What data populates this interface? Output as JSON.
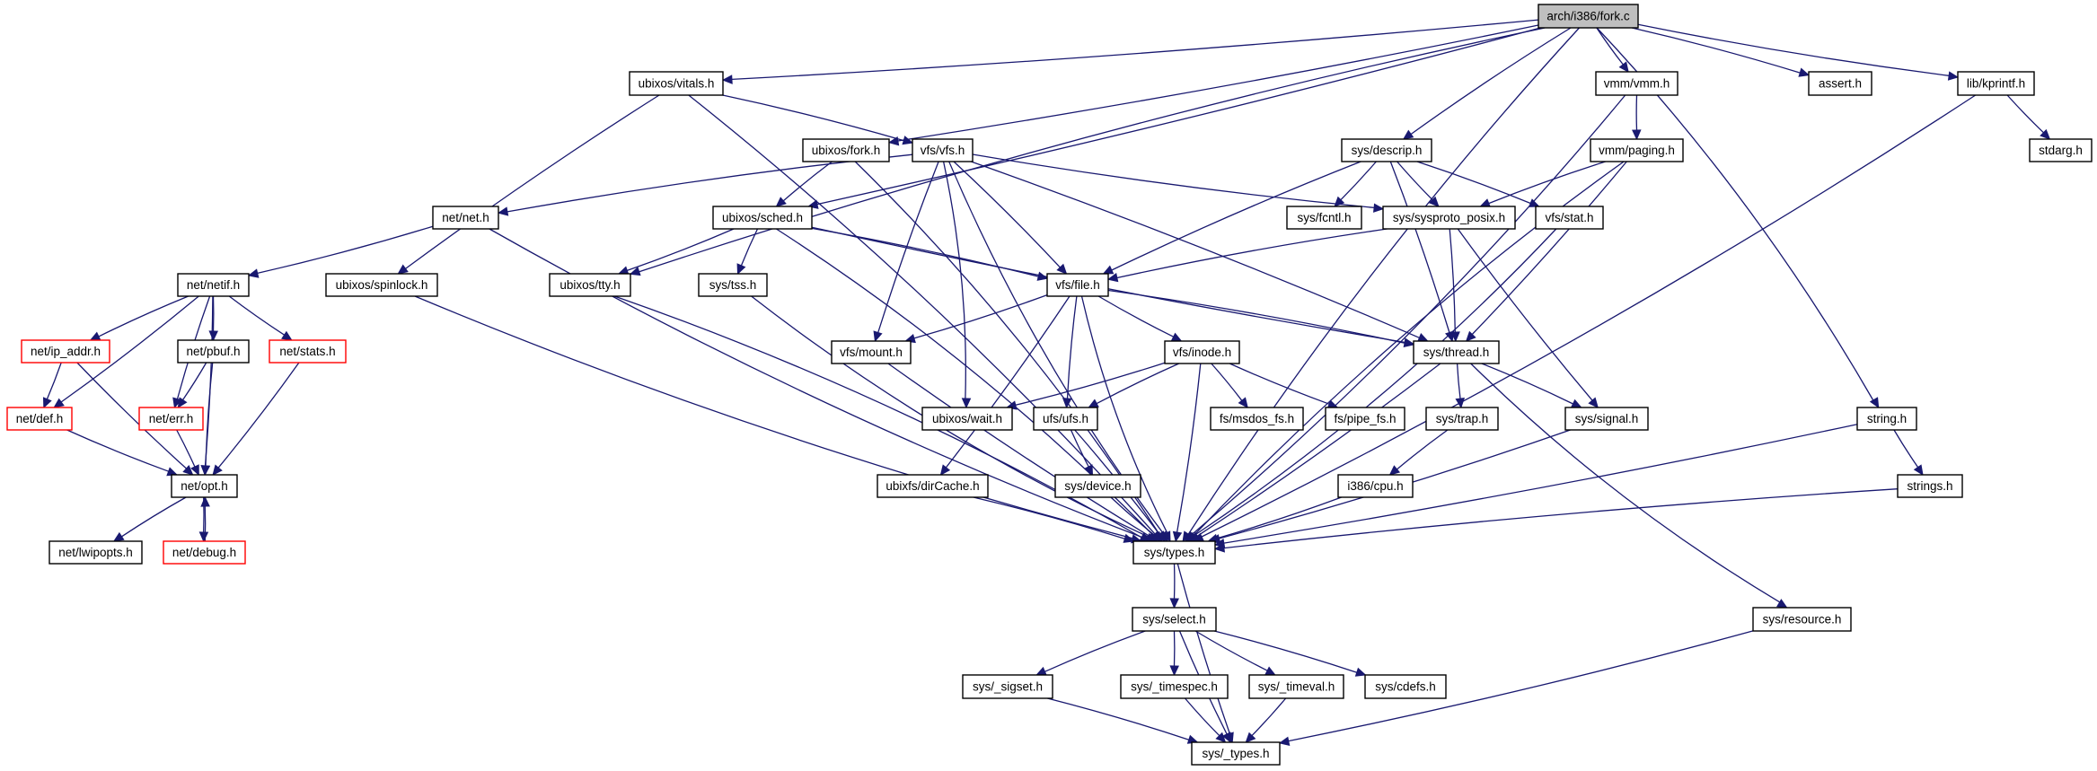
{
  "title": "Include dependency graph for arch/i386/fork.c",
  "colors": {
    "edge": "#191970",
    "node_border": "#000000",
    "root_fill": "#bfbfbf",
    "truncated_border": "#ff0000"
  },
  "nodes": [
    {
      "id": "fork_c",
      "label": "arch/i386/fork.c",
      "kind": "root"
    },
    {
      "id": "vitals",
      "label": "ubixos/vitals.h"
    },
    {
      "id": "vmm",
      "label": "vmm/vmm.h"
    },
    {
      "id": "assert",
      "label": "assert.h"
    },
    {
      "id": "kprintf",
      "label": "lib/kprintf.h"
    },
    {
      "id": "ufork",
      "label": "ubixos/fork.h"
    },
    {
      "id": "vfs",
      "label": "vfs/vfs.h"
    },
    {
      "id": "descrip",
      "label": "sys/descrip.h"
    },
    {
      "id": "paging",
      "label": "vmm/paging.h"
    },
    {
      "id": "stdarg",
      "label": "stdarg.h"
    },
    {
      "id": "netnet",
      "label": "net/net.h"
    },
    {
      "id": "sched",
      "label": "ubixos/sched.h"
    },
    {
      "id": "fcntl",
      "label": "sys/fcntl.h"
    },
    {
      "id": "sysproto",
      "label": "sys/sysproto_posix.h"
    },
    {
      "id": "stat",
      "label": "vfs/stat.h"
    },
    {
      "id": "netif",
      "label": "net/netif.h"
    },
    {
      "id": "spinlock",
      "label": "ubixos/spinlock.h"
    },
    {
      "id": "tty",
      "label": "ubixos/tty.h"
    },
    {
      "id": "tss",
      "label": "sys/tss.h"
    },
    {
      "id": "file",
      "label": "vfs/file.h"
    },
    {
      "id": "ipaddr",
      "label": "net/ip_addr.h",
      "kind": "truncated"
    },
    {
      "id": "pbuf",
      "label": "net/pbuf.h"
    },
    {
      "id": "stats",
      "label": "net/stats.h",
      "kind": "truncated"
    },
    {
      "id": "mount",
      "label": "vfs/mount.h"
    },
    {
      "id": "inode",
      "label": "vfs/inode.h"
    },
    {
      "id": "thread",
      "label": "sys/thread.h"
    },
    {
      "id": "def",
      "label": "net/def.h",
      "kind": "truncated"
    },
    {
      "id": "err",
      "label": "net/err.h",
      "kind": "truncated"
    },
    {
      "id": "wait",
      "label": "ubixos/wait.h"
    },
    {
      "id": "ufs",
      "label": "ufs/ufs.h"
    },
    {
      "id": "msdos",
      "label": "fs/msdos_fs.h"
    },
    {
      "id": "pipe",
      "label": "fs/pipe_fs.h"
    },
    {
      "id": "trap",
      "label": "sys/trap.h"
    },
    {
      "id": "signal",
      "label": "sys/signal.h"
    },
    {
      "id": "string",
      "label": "string.h"
    },
    {
      "id": "opt",
      "label": "net/opt.h"
    },
    {
      "id": "dircache",
      "label": "ubixfs/dirCache.h"
    },
    {
      "id": "device",
      "label": "sys/device.h"
    },
    {
      "id": "cpu",
      "label": "i386/cpu.h"
    },
    {
      "id": "strings",
      "label": "strings.h"
    },
    {
      "id": "lwipopts",
      "label": "net/lwipopts.h"
    },
    {
      "id": "debug",
      "label": "net/debug.h",
      "kind": "truncated"
    },
    {
      "id": "types",
      "label": "sys/types.h"
    },
    {
      "id": "select",
      "label": "sys/select.h"
    },
    {
      "id": "resource",
      "label": "sys/resource.h"
    },
    {
      "id": "sigset",
      "label": "sys/_sigset.h"
    },
    {
      "id": "timespec",
      "label": "sys/_timespec.h"
    },
    {
      "id": "timeval",
      "label": "sys/_timeval.h"
    },
    {
      "id": "cdefs",
      "label": "sys/cdefs.h"
    },
    {
      "id": "_types",
      "label": "sys/_types.h"
    }
  ],
  "edges": [
    [
      "fork_c",
      "vitals"
    ],
    [
      "fork_c",
      "vmm"
    ],
    [
      "fork_c",
      "assert"
    ],
    [
      "fork_c",
      "kprintf"
    ],
    [
      "fork_c",
      "ufork"
    ],
    [
      "fork_c",
      "descrip"
    ],
    [
      "fork_c",
      "sched"
    ],
    [
      "fork_c",
      "tty"
    ],
    [
      "fork_c",
      "string"
    ],
    [
      "fork_c",
      "types"
    ],
    [
      "vitals",
      "vfs"
    ],
    [
      "vitals",
      "spinlock"
    ],
    [
      "vitals",
      "types"
    ],
    [
      "vmm",
      "paging"
    ],
    [
      "vmm",
      "types"
    ],
    [
      "kprintf",
      "stdarg"
    ],
    [
      "kprintf",
      "types"
    ],
    [
      "ufork",
      "sched"
    ],
    [
      "ufork",
      "types"
    ],
    [
      "vfs",
      "netnet"
    ],
    [
      "vfs",
      "file"
    ],
    [
      "vfs",
      "sysproto"
    ],
    [
      "vfs",
      "thread"
    ],
    [
      "vfs",
      "mount"
    ],
    [
      "vfs",
      "wait"
    ],
    [
      "vfs",
      "types"
    ],
    [
      "descrip",
      "fcntl"
    ],
    [
      "descrip",
      "sysproto"
    ],
    [
      "descrip",
      "stat"
    ],
    [
      "descrip",
      "file"
    ],
    [
      "descrip",
      "thread"
    ],
    [
      "paging",
      "sysproto"
    ],
    [
      "paging",
      "thread"
    ],
    [
      "paging",
      "types"
    ],
    [
      "netnet",
      "netif"
    ],
    [
      "netnet",
      "types"
    ],
    [
      "sched",
      "tty"
    ],
    [
      "sched",
      "tss"
    ],
    [
      "sched",
      "file"
    ],
    [
      "sched",
      "thread"
    ],
    [
      "sched",
      "types"
    ],
    [
      "sysproto",
      "file"
    ],
    [
      "sysproto",
      "thread"
    ],
    [
      "sysproto",
      "signal"
    ],
    [
      "stat",
      "types"
    ],
    [
      "netif",
      "ipaddr"
    ],
    [
      "netif",
      "pbuf"
    ],
    [
      "netif",
      "stats"
    ],
    [
      "netif",
      "def"
    ],
    [
      "netif",
      "err"
    ],
    [
      "netif",
      "opt"
    ],
    [
      "spinlock",
      "types"
    ],
    [
      "tty",
      "types"
    ],
    [
      "tss",
      "types"
    ],
    [
      "file",
      "mount"
    ],
    [
      "file",
      "inode"
    ],
    [
      "file",
      "thread"
    ],
    [
      "file",
      "ufs"
    ],
    [
      "file",
      "dircache"
    ],
    [
      "file",
      "types"
    ],
    [
      "ipaddr",
      "def"
    ],
    [
      "ipaddr",
      "opt"
    ],
    [
      "pbuf",
      "err"
    ],
    [
      "pbuf",
      "opt"
    ],
    [
      "stats",
      "opt"
    ],
    [
      "mount",
      "types"
    ],
    [
      "inode",
      "wait"
    ],
    [
      "inode",
      "ufs"
    ],
    [
      "inode",
      "msdos"
    ],
    [
      "inode",
      "pipe"
    ],
    [
      "inode",
      "types"
    ],
    [
      "thread",
      "trap"
    ],
    [
      "thread",
      "signal"
    ],
    [
      "thread",
      "resource"
    ],
    [
      "thread",
      "types"
    ],
    [
      "def",
      "opt"
    ],
    [
      "err",
      "opt"
    ],
    [
      "ufs",
      "device"
    ],
    [
      "ufs",
      "types"
    ],
    [
      "trap",
      "cpu"
    ],
    [
      "signal",
      "types"
    ],
    [
      "string",
      "strings"
    ],
    [
      "string",
      "types"
    ],
    [
      "opt",
      "lwipopts"
    ],
    [
      "opt",
      "debug"
    ],
    [
      "debug",
      "opt"
    ],
    [
      "dircache",
      "types"
    ],
    [
      "device",
      "types"
    ],
    [
      "cpu",
      "types"
    ],
    [
      "strings",
      "types"
    ],
    [
      "types",
      "select"
    ],
    [
      "types",
      "_types"
    ],
    [
      "resource",
      "_types"
    ],
    [
      "select",
      "sigset"
    ],
    [
      "select",
      "timespec"
    ],
    [
      "select",
      "timeval"
    ],
    [
      "select",
      "cdefs"
    ],
    [
      "select",
      "_types"
    ],
    [
      "sigset",
      "_types"
    ],
    [
      "timespec",
      "_types"
    ],
    [
      "timeval",
      "_types"
    ]
  ]
}
